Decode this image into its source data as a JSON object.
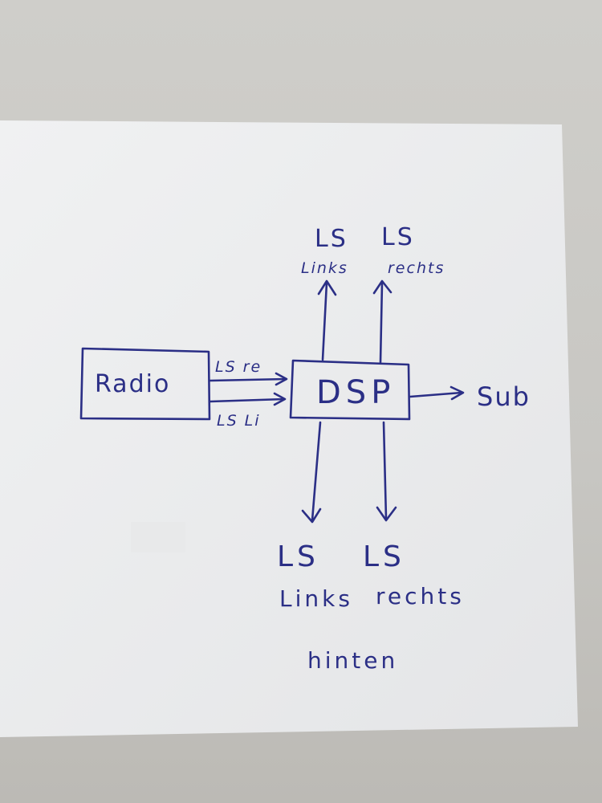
{
  "diagram": {
    "source": {
      "label": "Radio"
    },
    "processor": {
      "label": "DSP"
    },
    "input_signals": [
      {
        "label": "LS re"
      },
      {
        "label": "LS Li"
      }
    ],
    "outputs_front": [
      {
        "label": "LS",
        "sublabel": "Links"
      },
      {
        "label": "LS",
        "sublabel": "rechts"
      }
    ],
    "outputs_rear": [
      {
        "label": "LS",
        "sublabel": "Links"
      },
      {
        "label": "LS",
        "sublabel": "rechts"
      }
    ],
    "rear_caption": "hinten",
    "sub_output": {
      "label": "Sub"
    }
  },
  "colors": {
    "ink": "#2b2f86",
    "paper": "#eeeff0",
    "background": "#c9c8c4"
  }
}
